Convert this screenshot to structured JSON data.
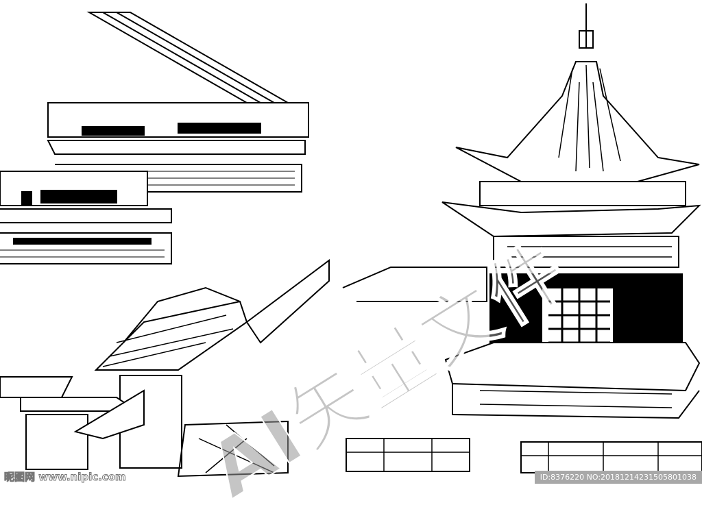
{
  "watermark": "AI矢量文件",
  "site_label": "昵图网 www.nipic.com",
  "id_label": "ID:8376220 NO:20181214231505801038"
}
